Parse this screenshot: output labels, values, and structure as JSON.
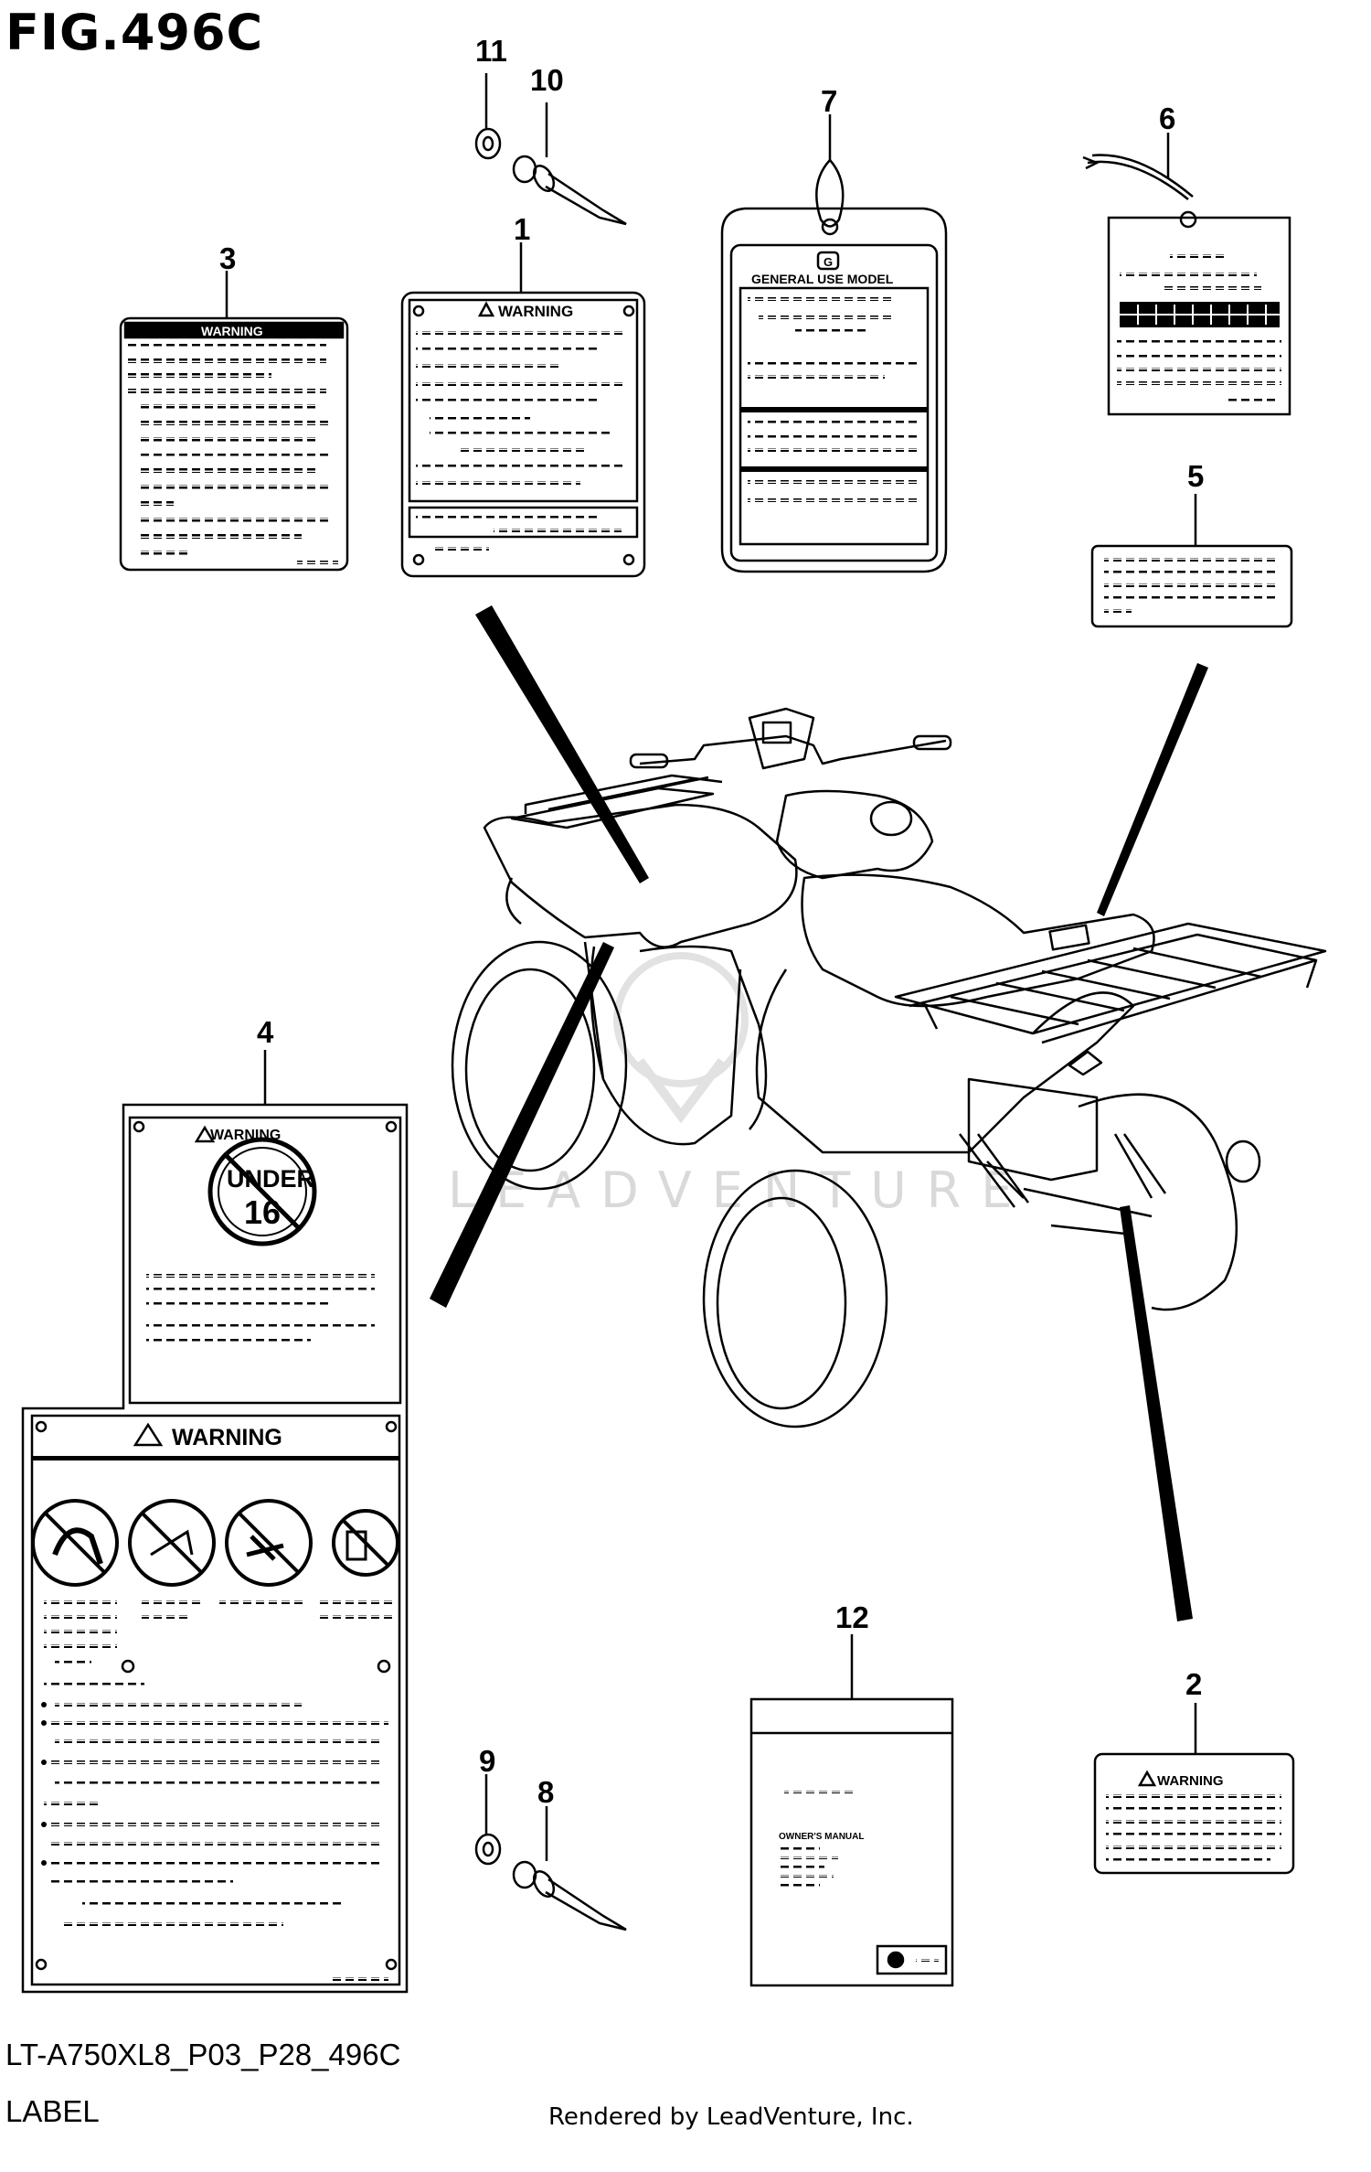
{
  "figure": {
    "title": "FIG.496C",
    "model_code": "LT-A750XL8_P03_P28_496C",
    "caption": "LABEL",
    "rendered_by": "Rendered by LeadVenture, Inc.",
    "watermark": "LEADVENTURE"
  },
  "callouts": [
    "1",
    "2",
    "3",
    "4",
    "5",
    "6",
    "7",
    "8",
    "9",
    "10",
    "11",
    "12"
  ],
  "labels": {
    "warning": "WARNING",
    "general_use_model": "GENERAL USE MODEL",
    "general_use_letter": "G",
    "under": "UNDER",
    "sixteen": "16",
    "owners_manual": "OWNER'S MANUAL"
  }
}
